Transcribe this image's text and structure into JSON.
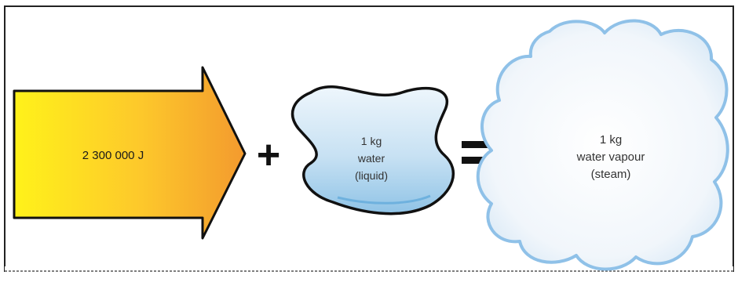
{
  "energy": {
    "label": "2 300 000 J"
  },
  "operators": {
    "plus": "+",
    "equals": "="
  },
  "water": {
    "line1": "1 kg",
    "line2": "water",
    "line3": "(liquid)"
  },
  "steam": {
    "line1": "1 kg",
    "line2": "water vapour",
    "line3": "(steam)"
  },
  "colors": {
    "arrow_start": "#fff21a",
    "arrow_end": "#f39a2e",
    "water_fill_top": "#eef6fc",
    "water_fill_bottom": "#8fc3e6",
    "cloud_edge": "#8fc1e8",
    "cloud_fill": "#f4f8fc",
    "outline": "#111111"
  },
  "icons": {
    "energy": "energy-arrow-icon",
    "water": "water-puddle-icon",
    "steam": "steam-cloud-icon"
  }
}
